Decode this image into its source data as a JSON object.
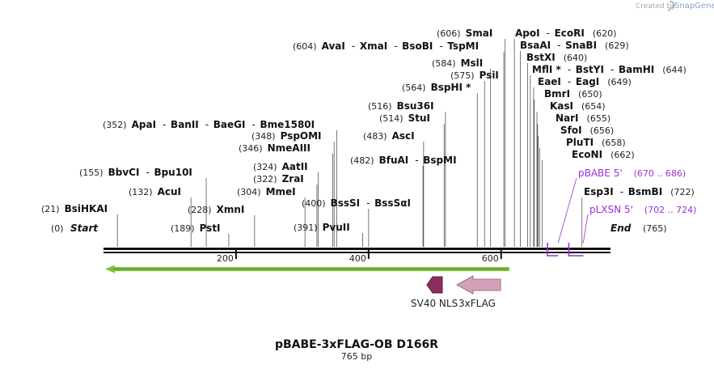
{
  "credit": {
    "prefix": "Created by",
    "brand": "SnapGene"
  },
  "map": {
    "title": "pBABE-3xFLAG-OB D166R",
    "length_label": "765 bp",
    "length_bp": 765,
    "ticks": [
      {
        "bp": 200,
        "label": "200"
      },
      {
        "bp": 400,
        "label": "400"
      },
      {
        "bp": 600,
        "label": "600"
      }
    ],
    "start": {
      "num": "(0)",
      "label": "Start"
    },
    "end": {
      "num": "(765)",
      "label": "End"
    },
    "sites": [
      {
        "num": "(21)",
        "names": [
          "BsiHKAI"
        ],
        "bp": 21
      },
      {
        "num": "(132)",
        "names": [
          "AcuI"
        ],
        "bp": 132
      },
      {
        "num": "(155)",
        "names": [
          "BbvCI",
          "Bpu10I"
        ],
        "bp": 155
      },
      {
        "num": "(189)",
        "names": [
          "PstI"
        ],
        "bp": 189
      },
      {
        "num": "(228)",
        "names": [
          "XmnI"
        ],
        "bp": 228
      },
      {
        "num": "(304)",
        "names": [
          "MmeI"
        ],
        "bp": 304
      },
      {
        "num": "(322)",
        "names": [
          "ZraI"
        ],
        "bp": 322
      },
      {
        "num": "(324)",
        "names": [
          "AatII"
        ],
        "bp": 324
      },
      {
        "num": "(346)",
        "names": [
          "NmeAIII"
        ],
        "bp": 346
      },
      {
        "num": "(348)",
        "names": [
          "PspOMI"
        ],
        "bp": 348
      },
      {
        "num": "(352)",
        "names": [
          "ApaI",
          "BanII",
          "BaeGI",
          "Bme1580I"
        ],
        "bp": 352
      },
      {
        "num": "(391)",
        "names": [
          "PvuII"
        ],
        "bp": 391
      },
      {
        "num": "(400)",
        "names": [
          "BssSI",
          "BssSαI"
        ],
        "bp": 400
      },
      {
        "num": "(482)",
        "names": [
          "BfuAI",
          "BspMI"
        ],
        "bp": 482
      },
      {
        "num": "(483)",
        "names": [
          "AscI"
        ],
        "bp": 483
      },
      {
        "num": "(514)",
        "names": [
          "StuI"
        ],
        "bp": 514
      },
      {
        "num": "(516)",
        "names": [
          "Bsu36I"
        ],
        "bp": 516
      },
      {
        "num": "(564)",
        "names": [
          "BspHI *"
        ],
        "bp": 564
      },
      {
        "num": "(575)",
        "names": [
          "PsiI"
        ],
        "bp": 575
      },
      {
        "num": "(584)",
        "names": [
          "MslI"
        ],
        "bp": 584
      },
      {
        "num": "(604)",
        "names": [
          "AvaI",
          "XmaI",
          "BsoBI",
          "TspMI"
        ],
        "bp": 604
      },
      {
        "num": "(606)",
        "names": [
          "SmaI"
        ],
        "bp": 606
      },
      {
        "num": "(620)",
        "names": [
          "ApoI",
          "EcoRI"
        ],
        "bp": 620
      },
      {
        "num": "(629)",
        "names": [
          "BsaAI",
          "SnaBI"
        ],
        "bp": 629
      },
      {
        "num": "(640)",
        "names": [
          "BstXI"
        ],
        "bp": 640
      },
      {
        "num": "(644)",
        "names": [
          "MflI *",
          "BstYI",
          "BamHI"
        ],
        "bp": 644
      },
      {
        "num": "(649)",
        "names": [
          "EaeI",
          "EagI"
        ],
        "bp": 649
      },
      {
        "num": "(650)",
        "names": [
          "BmrI"
        ],
        "bp": 650
      },
      {
        "num": "(654)",
        "names": [
          "KasI"
        ],
        "bp": 654
      },
      {
        "num": "(655)",
        "names": [
          "NarI"
        ],
        "bp": 655
      },
      {
        "num": "(656)",
        "names": [
          "SfoI"
        ],
        "bp": 656
      },
      {
        "num": "(658)",
        "names": [
          "PluTI"
        ],
        "bp": 658
      },
      {
        "num": "(662)",
        "names": [
          "EcoNI"
        ],
        "bp": 662
      },
      {
        "num": "(722)",
        "names": [
          "Esp3I",
          "BsmBI"
        ],
        "bp": 722
      }
    ],
    "primers": [
      {
        "name": "pBABE 5'",
        "range": "(670 .. 686)",
        "start": 670,
        "end": 686
      },
      {
        "name": "pLXSN 5'",
        "range": "(702 .. 724)",
        "start": 702,
        "end": 724
      }
    ],
    "features": [
      {
        "name": "SV40 NLS",
        "color": "#8b2e5f",
        "direction": "left"
      },
      {
        "name": "3xFLAG",
        "color": "#d4a0b8",
        "direction": "left"
      }
    ],
    "orf_color": "#7ec23b"
  }
}
